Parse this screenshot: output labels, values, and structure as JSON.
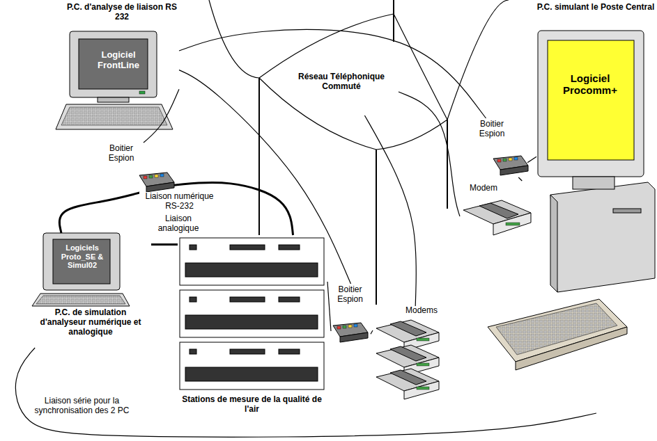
{
  "diagram": {
    "nodes": [
      {
        "text": [
          "P.C. d'analyse de liaison RS 232",
          "Logiciel FrontLine"
        ]
      },
      {
        "text": [
          "Boitier Espion"
        ]
      },
      {
        "text": [
          "Logiciels Proto_SE & Simul02",
          "P.C. de simulation d'analyseur numérique et analogique"
        ]
      },
      {
        "text": [
          "Stations de mesure de la qualité de l'air"
        ]
      },
      {
        "text": [
          "Boitier Espion"
        ]
      },
      {
        "text": [
          "Modems"
        ]
      },
      {
        "text": [
          "Réseau Téléphonique Commuté"
        ]
      },
      {
        "text": [
          "Boitier Espion"
        ]
      },
      {
        "text": [
          "Modem"
        ]
      },
      {
        "text": [
          "P.C. simulant le Poste Central",
          "Logiciel Procomm+"
        ]
      }
    ],
    "edges": [
      {
        "from": 2,
        "to": 1,
        "label": "Liaison numérique RS-232",
        "arrow": "none"
      },
      {
        "from": 1,
        "to": 0,
        "arrow": "none"
      },
      {
        "from": 1,
        "to": 3,
        "arrow": "none"
      },
      {
        "from": 2,
        "to": 3,
        "label": "Liaison analogique",
        "arrow": "none"
      },
      {
        "from": 3,
        "to": 4,
        "arrow": "none"
      },
      {
        "from": 4,
        "to": 5,
        "arrow": "none"
      },
      {
        "from": 5,
        "to": 6,
        "arrow": "none"
      },
      {
        "from": 6,
        "to": 8,
        "arrow": "none"
      },
      {
        "from": 8,
        "to": 7,
        "arrow": "none"
      },
      {
        "from": 7,
        "to": 9,
        "arrow": "none"
      },
      {
        "from": 4,
        "to": 0,
        "arrow": "none"
      },
      {
        "from": 7,
        "to": 0,
        "arrow": "none"
      },
      {
        "from": 2,
        "to": 9,
        "label": "Liaison série pour la synchronisation des 2 PC",
        "arrow": "none"
      }
    ]
  }
}
